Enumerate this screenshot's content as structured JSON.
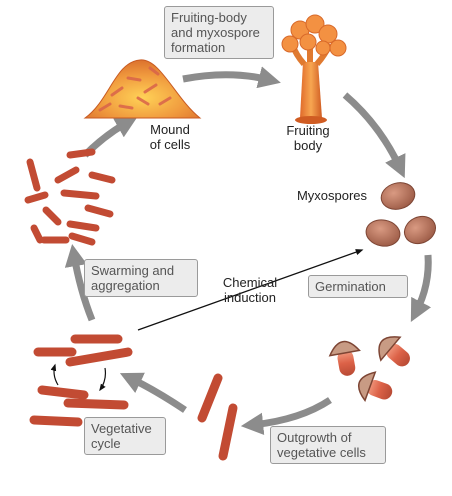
{
  "boxes": {
    "fruiting_formation": "Fruiting-body\nand myxospore\nformation",
    "germination": "Germination",
    "outgrowth": "Outgrowth of\nvegetative cells",
    "vegetative_cycle": "Vegetative\ncycle",
    "swarming": "Swarming and\naggregation"
  },
  "labels": {
    "mound": "Mound\nof cells",
    "fruiting_body": "Fruiting\nbody",
    "myxospores": "Myxospores",
    "chemical_induction": "Chemical\ninduction"
  },
  "colors": {
    "cell_fill": "#d9634a",
    "cell_highlight": "#f09a7c",
    "spore_fill": "#b56f5a",
    "arrow": "#8c8c8c",
    "mound_fill": "#f08a3c"
  }
}
